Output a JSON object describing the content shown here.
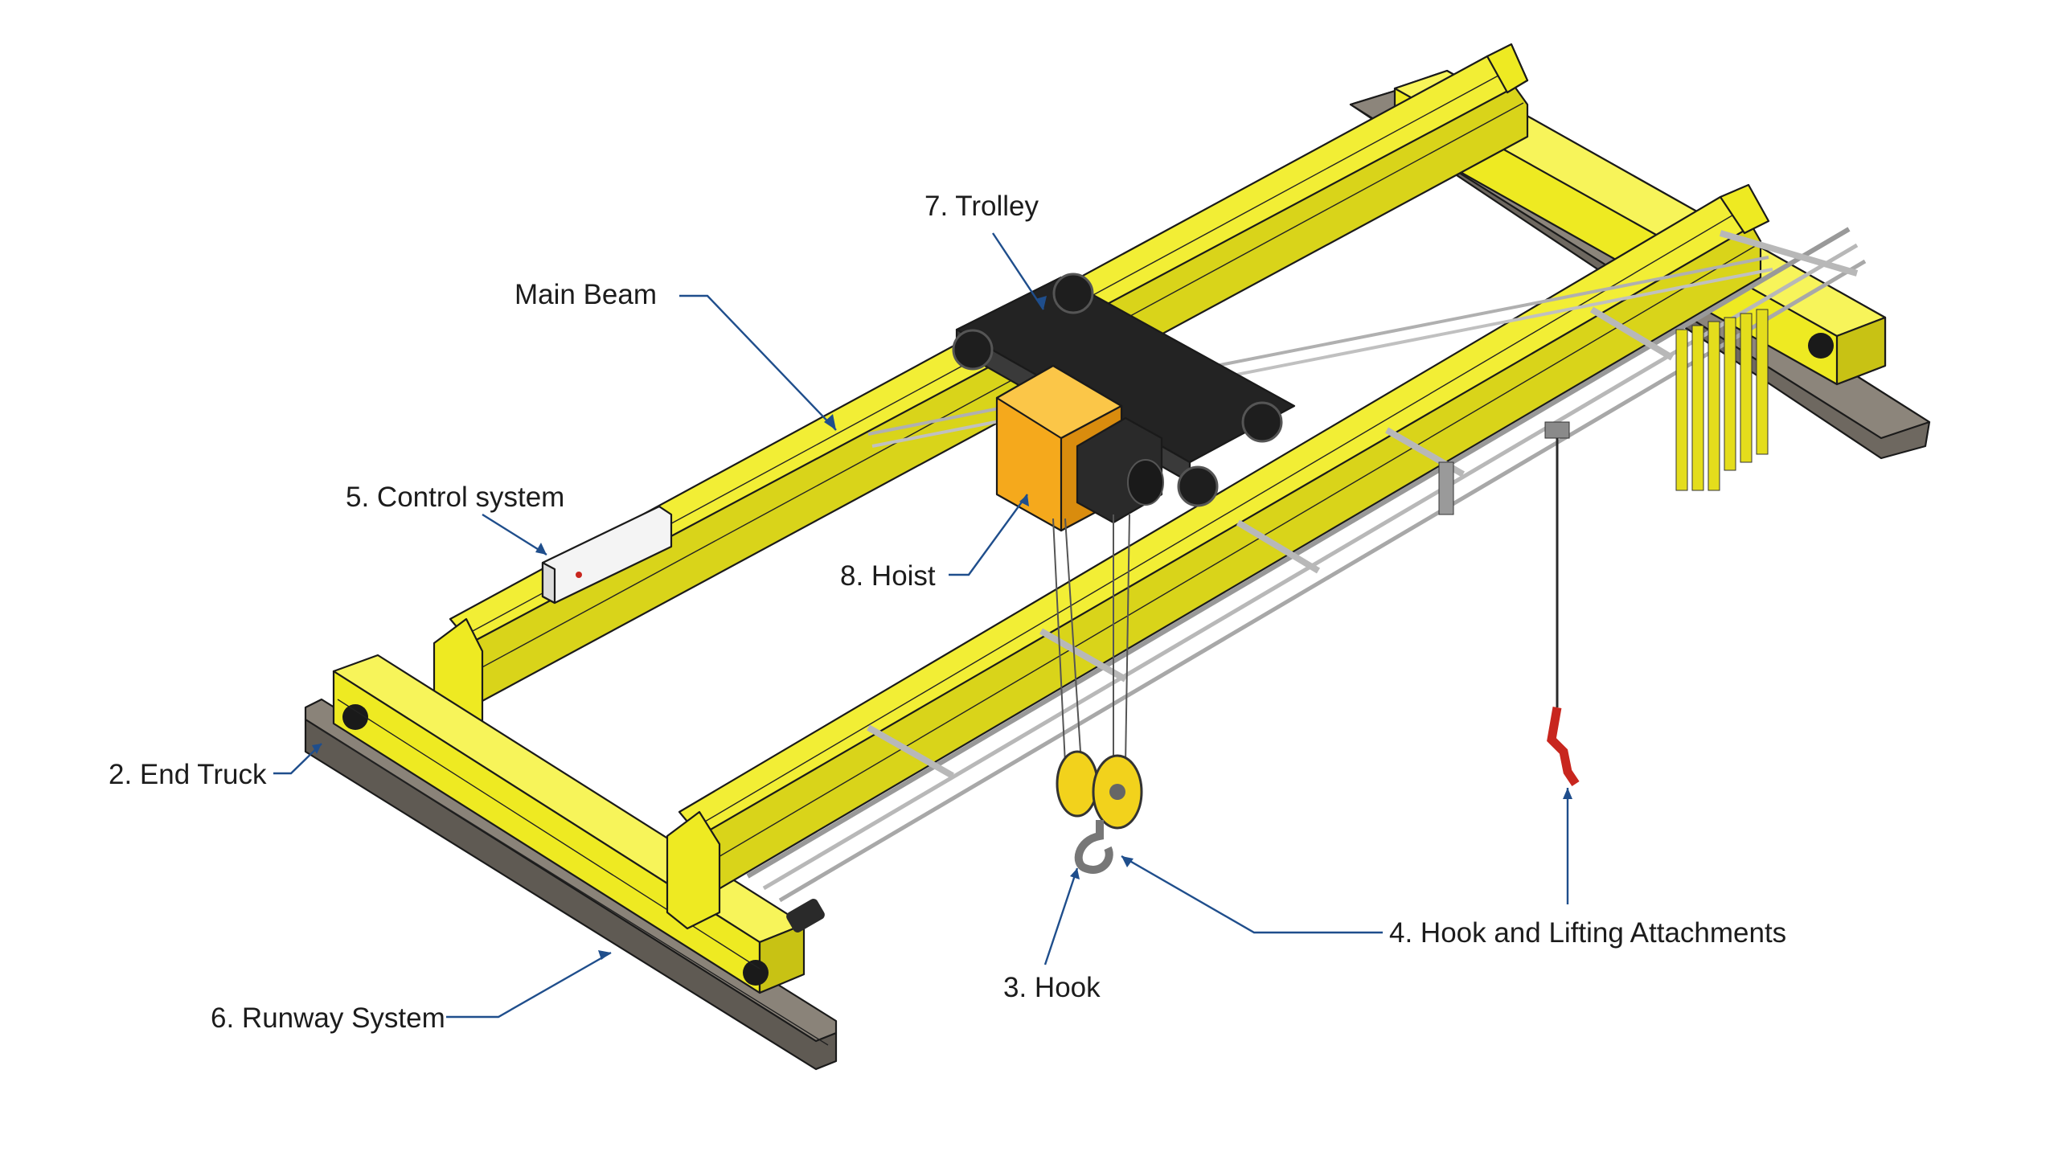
{
  "colors": {
    "beam": "#eeea22",
    "beam_shadow": "#c8c214",
    "beam_top": "#f7f45a",
    "hoist_body": "#f5a91c",
    "trolley_frame": "#232323",
    "rail": "#7a746c",
    "rod": "#b8b8b8",
    "hook_red": "#c8261e",
    "leader_line": "#1f4e8c"
  },
  "labels": {
    "trolley": "7. Trolley",
    "main_beam": "Main Beam",
    "control_system": "5. Control system",
    "hoist": "8. Hoist",
    "end_truck": "2. End Truck",
    "runway_system": "6.  Runway System",
    "hook": "3. Hook",
    "hook_attachments": "4.  Hook and Lifting Attachments"
  },
  "icons": {
    "hook": "hook-icon",
    "pulley": "pulley-block-icon",
    "control_box": "control-box-icon"
  }
}
